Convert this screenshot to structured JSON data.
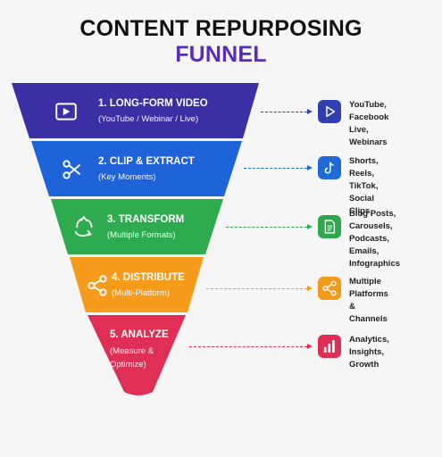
{
  "title": {
    "line1": "CONTENT REPURPOSING",
    "line2": "FUNNEL"
  },
  "stages": [
    {
      "name": "1. LONG-FORM VIDEO",
      "sub": "(YouTube / Webinar / Live)",
      "color": "#3b2fa6",
      "icon": "video-play-icon",
      "output": {
        "lines": [
          "YouTube, Facebook",
          "Live, Webinars"
        ],
        "color": "#2f3fb0",
        "icon": "play-icon"
      }
    },
    {
      "name": "2. CLIP & EXTRACT",
      "sub": "(Key Moments)",
      "color": "#1f63d8",
      "icon": "scissors-icon",
      "output": {
        "lines": [
          "Shorts, Reels, TikTok,",
          "Social Clips"
        ],
        "color": "#1e6ad6",
        "icon": "tiktok-icon"
      }
    },
    {
      "name": "3. TRANSFORM",
      "sub": "(Multiple Formats)",
      "color": "#2eaa4f",
      "icon": "recycle-icon",
      "output": {
        "lines": [
          "Blog Posts, Carousels,",
          "Podcasts, Emails,",
          "Infographics"
        ],
        "color": "#2ea84d",
        "icon": "document-icon"
      }
    },
    {
      "name": "4. DISTRIBUTE",
      "sub": "(Multi-Platform)",
      "color": "#f59a1b",
      "icon": "share-icon",
      "output": {
        "lines": [
          "Multiple Platforms &",
          "Channels"
        ],
        "color": "#f29a1c",
        "icon": "share-icon"
      }
    },
    {
      "name": "5. ANALYZE",
      "sub": "(Measure &",
      "sub2": "Optimize)",
      "color": "#df2f55",
      "icon": "chart-icon",
      "output": {
        "lines": [
          "Analytics, Insights,",
          "Growth"
        ],
        "color": "#de2f52",
        "icon": "bar-chart-icon"
      }
    }
  ]
}
